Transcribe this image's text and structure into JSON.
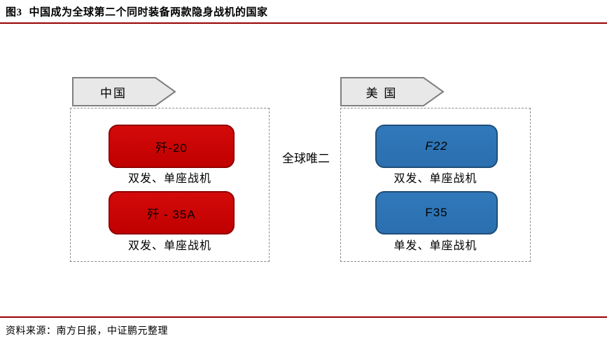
{
  "header": {
    "figure_label": "图3",
    "title": "中国成为全球第二个同时装备两款隐身战机的国家"
  },
  "diagram": {
    "center_note": "全球唯二",
    "groups": [
      {
        "country": "中国",
        "fill_color": "#c80000",
        "border_color": "#8f0000",
        "items": [
          {
            "name": "歼-20",
            "desc": "双发、单座战机",
            "italic": false
          },
          {
            "name": "歼 - 35A",
            "desc": "双发、单座战机",
            "italic": false
          }
        ]
      },
      {
        "country": "美 国",
        "fill_color": "#2e75b6",
        "border_color": "#1f4e79",
        "items": [
          {
            "name": "F22",
            "desc": "双发、单座战机",
            "italic": true
          },
          {
            "name": "F35",
            "desc": "单发、单座战机",
            "italic": false
          }
        ]
      }
    ]
  },
  "footer": {
    "source": "资料来源：南方日报，中证鹏元整理"
  },
  "colors": {
    "rule": "#990000",
    "pennant_fill": "#e8e8e8",
    "pennant_border": "#7f7f7f",
    "dashed_border": "#8c8c8c",
    "china_box_fill": "#c80000",
    "china_box_border": "#8f0000",
    "usa_box_fill": "#2e75b6",
    "usa_box_border": "#1f4e79"
  }
}
